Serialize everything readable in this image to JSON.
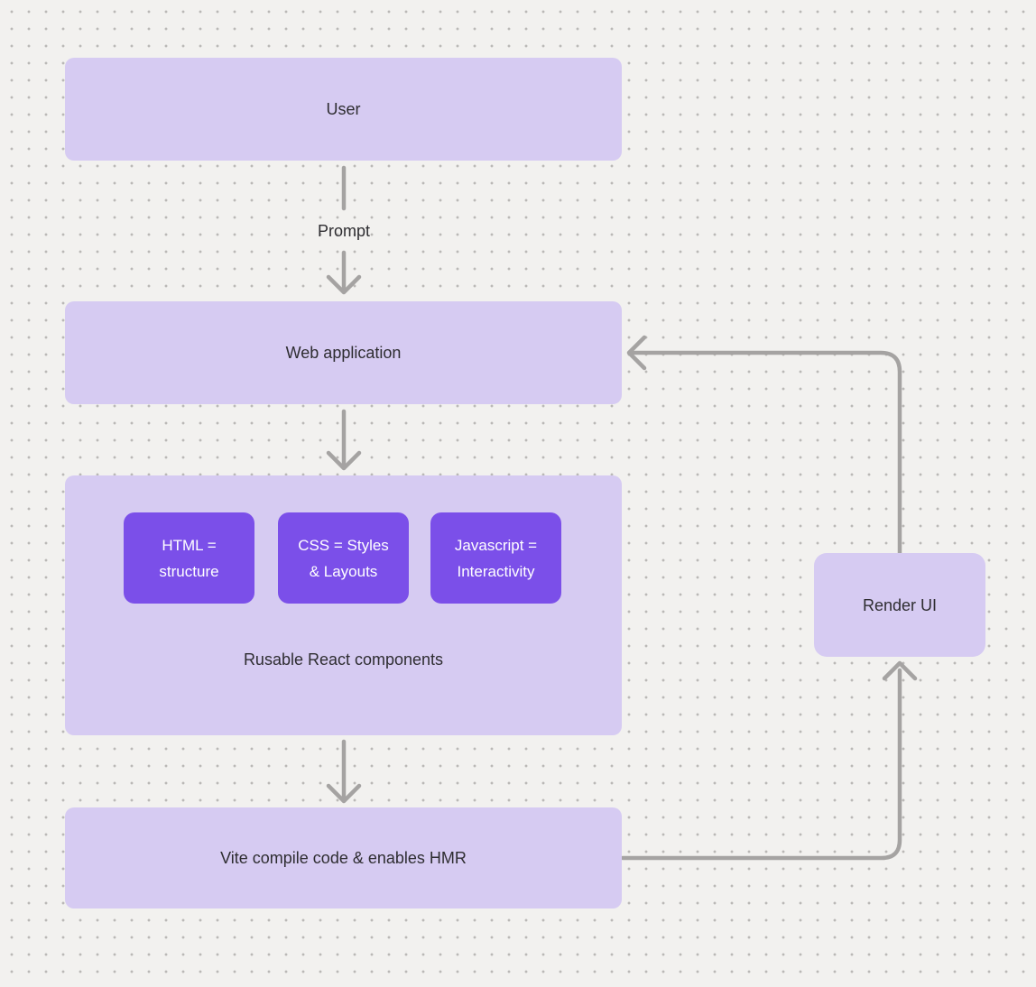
{
  "diagram": {
    "nodes": {
      "user": {
        "label": "User"
      },
      "web_application": {
        "label": "Web application"
      },
      "components_group": {
        "caption": "Rusable React components",
        "children": [
          {
            "line1": "HTML =",
            "line2": "structure"
          },
          {
            "line1": "CSS = Styles",
            "line2": "& Layouts"
          },
          {
            "line1": "Javascript =",
            "line2": "Interactivity"
          }
        ]
      },
      "vite": {
        "label": "Vite compile code & enables HMR"
      },
      "render_ui": {
        "label": "Render UI"
      }
    },
    "edge_labels": {
      "prompt": "Prompt"
    },
    "colors": {
      "background": "#f2f1ef",
      "dot_grid": "#bab8b6",
      "node_fill_light": "#d6cbf2",
      "node_fill_purple": "#7b4fe9",
      "text_dark": "#2e2d31",
      "text_white": "#ffffff",
      "connector": "#a5a3a2"
    }
  }
}
